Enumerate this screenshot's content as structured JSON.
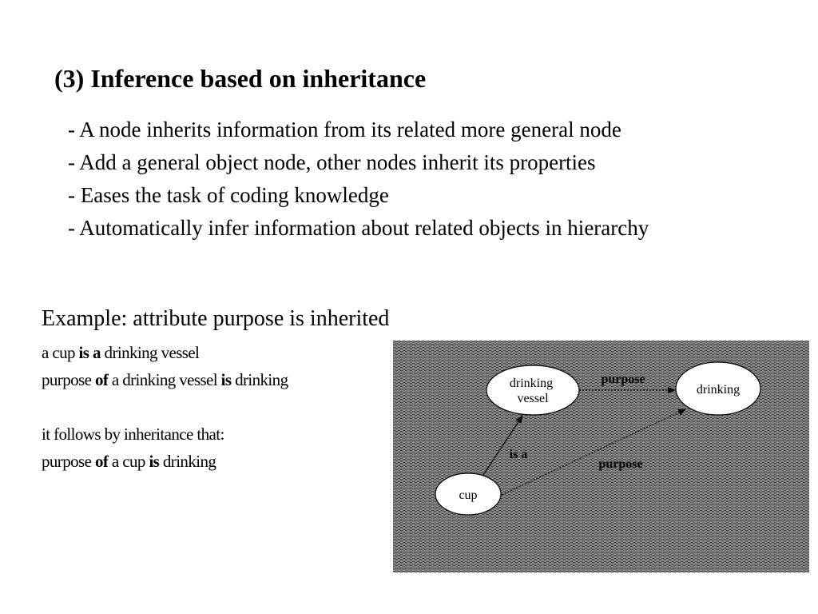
{
  "title": "(3) Inference based on inheritance",
  "bullets": [
    "- A node inherits information from its related more general node",
    "- Add a general object node, other nodes inherit its properties",
    "- Eases the task of coding knowledge",
    "- Automatically infer information about related objects in hierarchy"
  ],
  "example": {
    "heading": "Example: attribute purpose is inherited",
    "line1": {
      "a": "a cup ",
      "b": "is a",
      "c": " drinking vessel"
    },
    "line2": {
      "a": "purpose ",
      "b": "of",
      "c": " a drinking vessel ",
      "d": "is",
      "e": " drinking"
    },
    "line3": "it follows by inheritance that:",
    "line4": {
      "a": "purpose ",
      "b": "of",
      "c": " a cup ",
      "d": "is",
      "e": " drinking"
    }
  },
  "diagram": {
    "nodes": {
      "drinking_vessel": [
        "drinking",
        "vessel"
      ],
      "drinking": "drinking",
      "cup": "cup"
    },
    "edges": {
      "purpose_top": "purpose",
      "is_a": "is a",
      "purpose_inherited": "purpose"
    },
    "colors": {
      "background": "#8c8c8c",
      "node_fill": "#ffffff",
      "stroke": "#000000"
    }
  }
}
